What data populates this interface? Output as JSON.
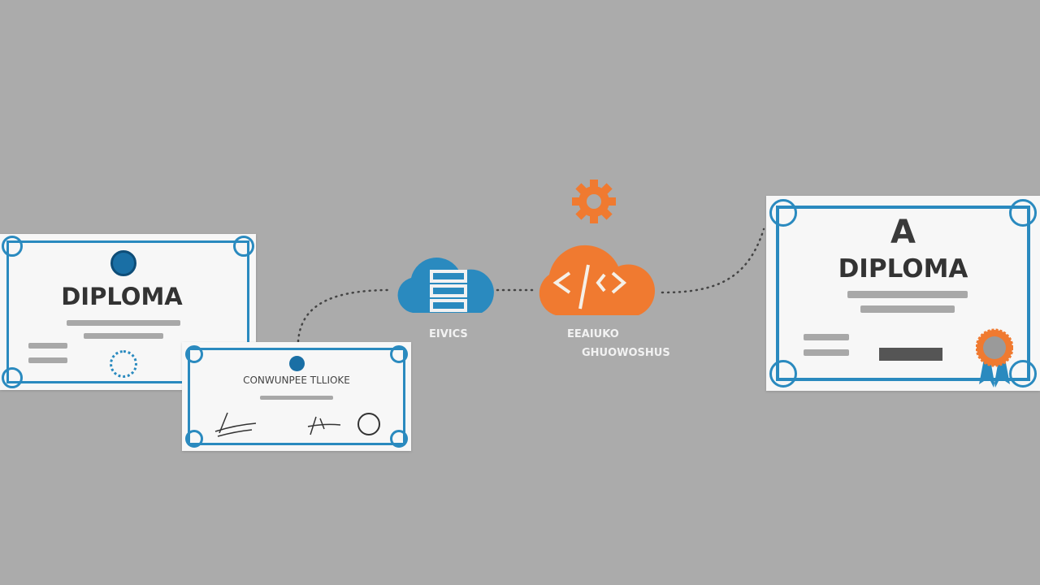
{
  "left_diploma": {
    "title": "DIPLOMA"
  },
  "certificate": {
    "title": "CONWUNPEE TLLIOKE"
  },
  "blue_cloud": {
    "label": "EIVICS",
    "icon": "server-icon"
  },
  "orange_cloud": {
    "label_line1": "EEAIUKO",
    "label_line2": "GHUOWOSHUS",
    "icon": "code-icon"
  },
  "right_diploma": {
    "title": "DIPLOMA",
    "logo_letter": "A"
  },
  "colors": {
    "background": "#ababab",
    "blue": "#2a8abf",
    "orange": "#f07a30"
  }
}
